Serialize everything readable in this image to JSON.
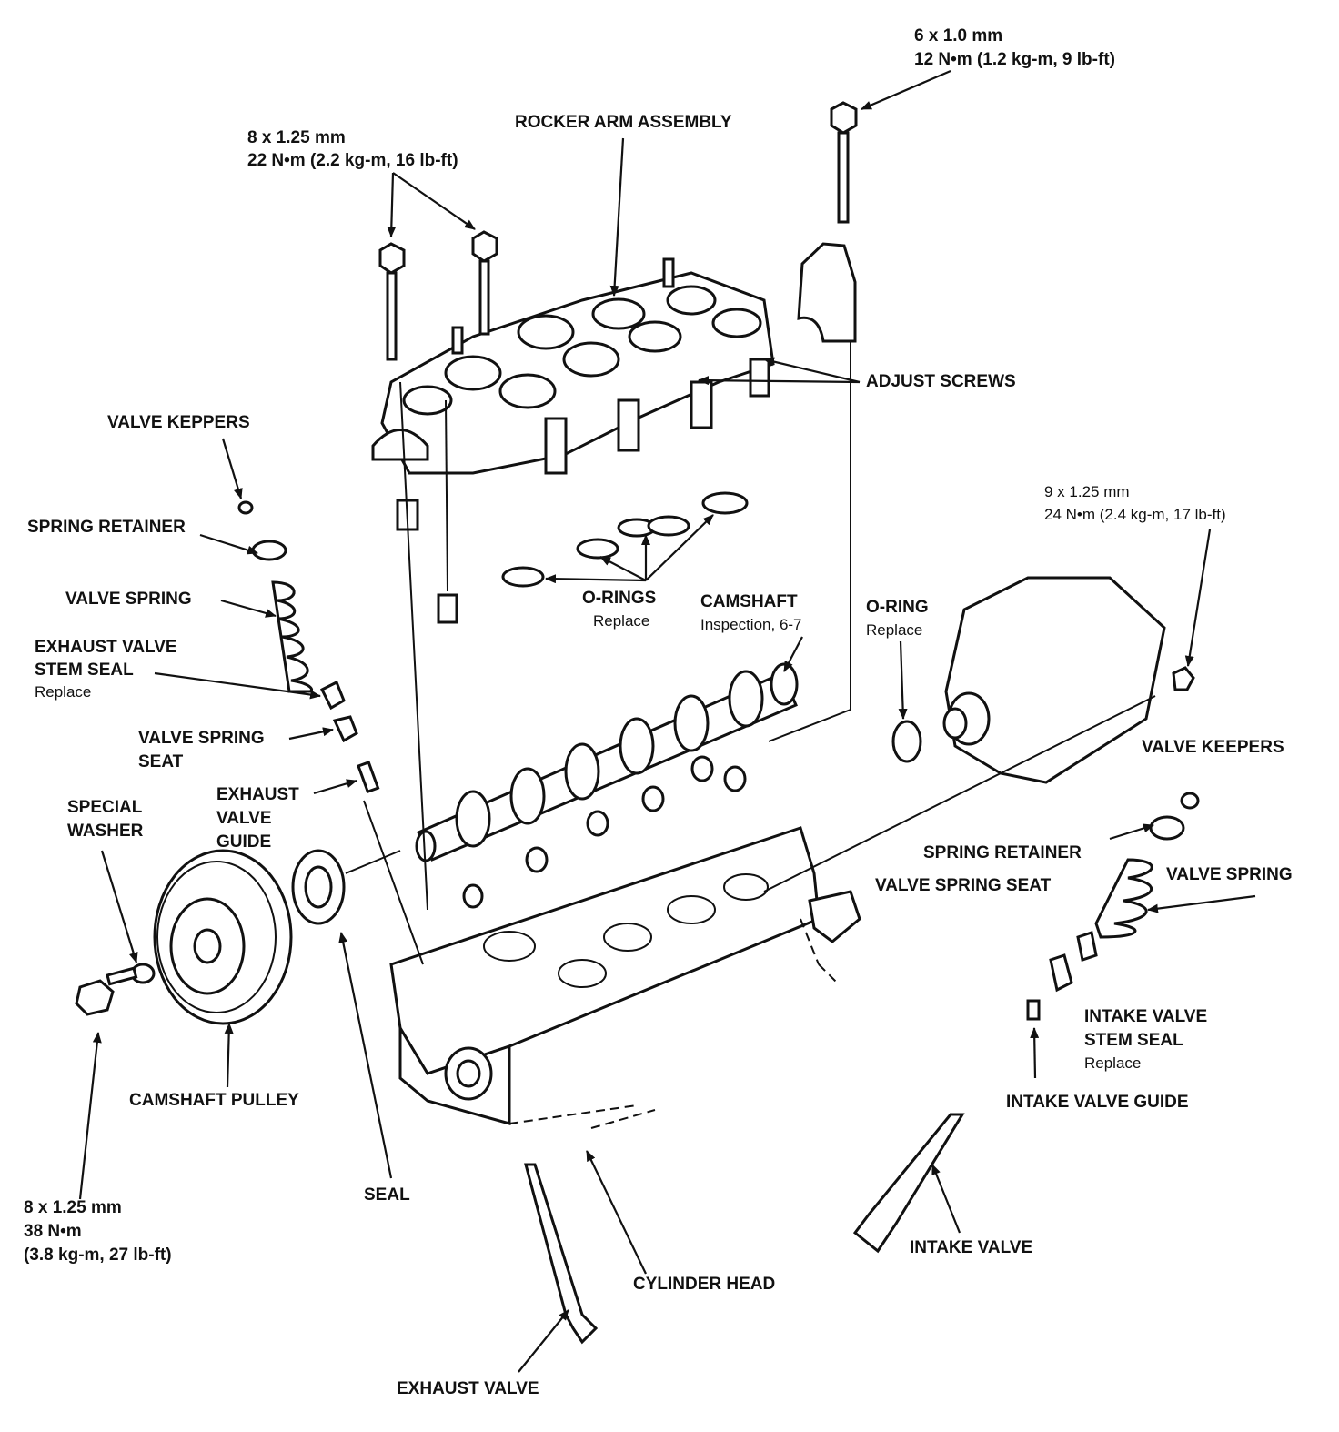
{
  "colors": {
    "ink": "#111111",
    "paper": "#ffffff"
  },
  "labels": {
    "top_bolt_size": "6 x 1.0 mm",
    "top_bolt_torque": "12 N•m (1.2 kg-m, 9 lb-ft)",
    "rocker_arm_assembly": "ROCKER ARM ASSEMBLY",
    "rocker_bolt_size": "8 x 1.25 mm",
    "rocker_bolt_torque": "22 N•m (2.2 kg-m, 16 lb-ft)",
    "adjust_screws": "ADJUST SCREWS",
    "valve_keepers_left": "VALVE KEPPERS",
    "spring_retainer_left": "SPRING RETAINER",
    "valve_spring_left": "VALVE SPRING",
    "exhaust_valve_stem_seal_line1": "EXHAUST VALVE",
    "exhaust_valve_stem_seal_line2": "STEM SEAL",
    "exhaust_valve_stem_seal_note": "Replace",
    "valve_spring_seat_left_line1": "VALVE SPRING",
    "valve_spring_seat_left_line2": "SEAT",
    "exhaust_valve_guide_line1": "EXHAUST",
    "exhaust_valve_guide_line2": "VALVE",
    "exhaust_valve_guide_line3": "GUIDE",
    "special_washer_line1": "SPECIAL",
    "special_washer_line2": "WASHER",
    "o_rings": "O-RINGS",
    "o_rings_note": "Replace",
    "camshaft": "CAMSHAFT",
    "camshaft_note": "Inspection, 6-7",
    "o_ring": "O-RING",
    "o_ring_note": "Replace",
    "distributor_bolt_size": "9 x 1.25 mm",
    "distributor_bolt_torque": "24 N•m (2.4 kg-m, 17 lb-ft)",
    "valve_keepers_right": "VALVE KEEPERS",
    "spring_retainer_right": "SPRING RETAINER",
    "valve_spring_seat_right": "VALVE SPRING SEAT",
    "valve_spring_right": "VALVE SPRING",
    "intake_valve_stem_seal_line1": "INTAKE VALVE",
    "intake_valve_stem_seal_line2": "STEM SEAL",
    "intake_valve_stem_seal_note": "Replace",
    "intake_valve_guide": "INTAKE VALVE GUIDE",
    "camshaft_pulley": "CAMSHAFT PULLEY",
    "seal": "SEAL",
    "pulley_bolt_size": "8 x 1.25 mm",
    "pulley_bolt_torque_line1": "38 N•m",
    "pulley_bolt_torque_line2": "(3.8 kg-m, 27 lb-ft)",
    "intake_valve": "INTAKE VALVE",
    "cylinder_head": "CYLINDER HEAD",
    "exhaust_valve": "EXHAUST VALVE"
  }
}
